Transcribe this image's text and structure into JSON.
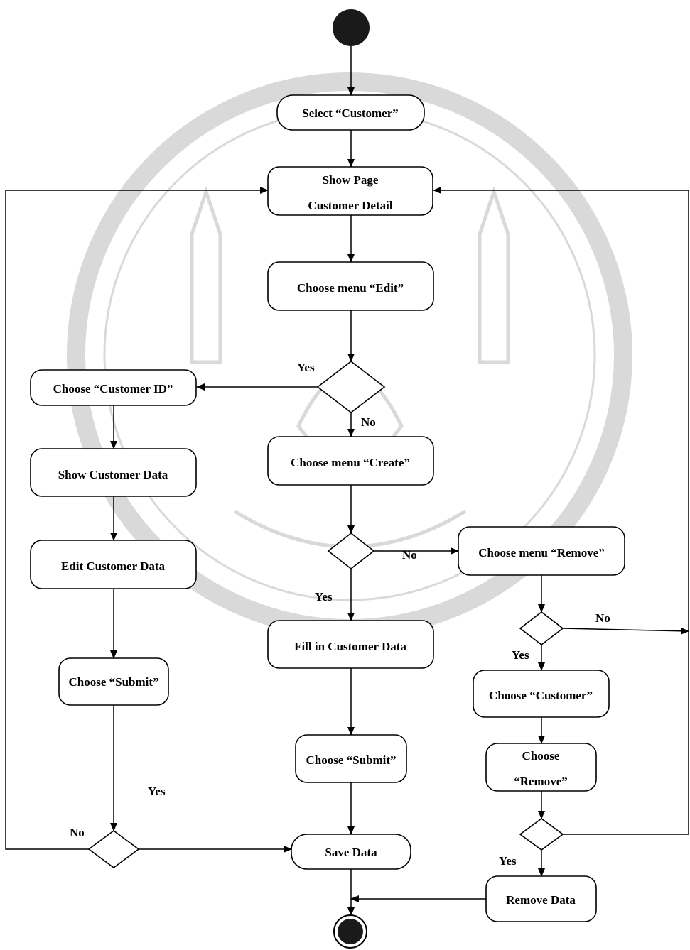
{
  "nodes": {
    "select_customer": "Select “Customer”",
    "show_page": [
      "Show Page",
      "Customer Detail"
    ],
    "choose_edit": "Choose menu “Edit”",
    "choose_customer_id": "Choose “Customer ID”",
    "show_customer_data": "Show Customer Data",
    "edit_customer_data": "Edit Customer Data",
    "choose_submit_left": "Choose “Submit”",
    "choose_create": "Choose menu “Create”",
    "fill_customer_data": "Fill in Customer Data",
    "choose_submit_center": "Choose “Submit”",
    "save_data": "Save Data",
    "choose_remove_menu": "Choose menu “Remove”",
    "choose_customer": "Choose “Customer”",
    "choose_remove": [
      "Choose",
      "“Remove”"
    ],
    "remove_data": "Remove Data"
  },
  "labels": {
    "edit_yes": "Yes",
    "edit_no": "No",
    "create_no": "No",
    "create_yes": "Yes",
    "remove_no": "No",
    "remove_yes": "Yes",
    "submit_yes": "Yes",
    "submit_no": "No",
    "confirm_yes": "Yes"
  }
}
